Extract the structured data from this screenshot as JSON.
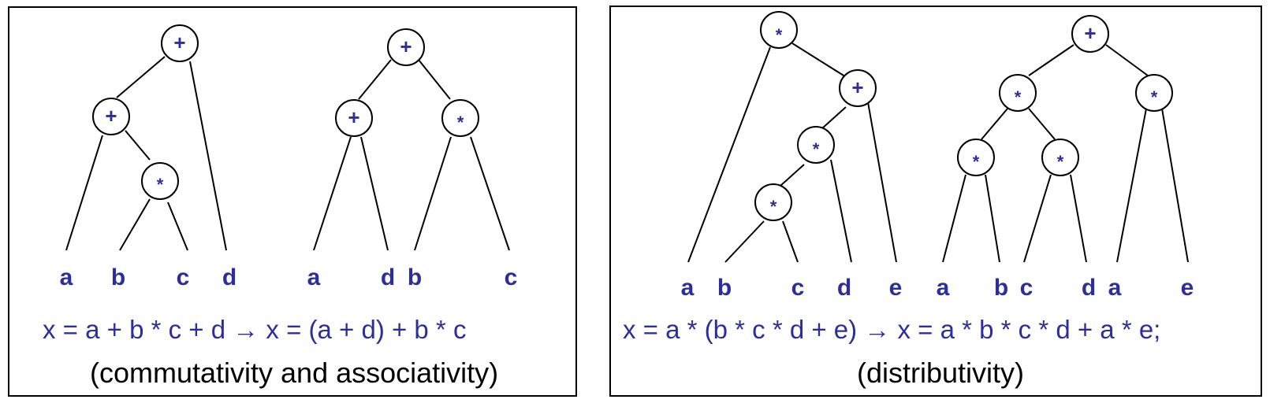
{
  "left_panel": {
    "formula": "x = a + b * c + d → x = (a + d) + b * c",
    "caption": "(commutativity and associativity)",
    "tree1": {
      "ops": [
        "+",
        "+",
        "*"
      ],
      "leaves": [
        "a",
        "b",
        "c",
        "d"
      ]
    },
    "tree2": {
      "ops": [
        "+",
        "+",
        "*"
      ],
      "leaves": [
        "a",
        "d",
        "b",
        "c"
      ]
    }
  },
  "right_panel": {
    "formula": "x = a * (b * c * d + e) → x = a * b * c * d + a * e;",
    "caption": "(distributivity)",
    "tree1": {
      "ops": [
        "*",
        "+",
        "*",
        "*"
      ],
      "leaves": [
        "a",
        "b",
        "c",
        "d",
        "e"
      ]
    },
    "tree2": {
      "ops": [
        "+",
        "*",
        "*",
        "*",
        "*"
      ],
      "leaves": [
        "a",
        "b",
        "c",
        "d",
        "a",
        "e"
      ]
    }
  },
  "colors": {
    "accent": "#2b2f9e",
    "line": "#000000"
  }
}
